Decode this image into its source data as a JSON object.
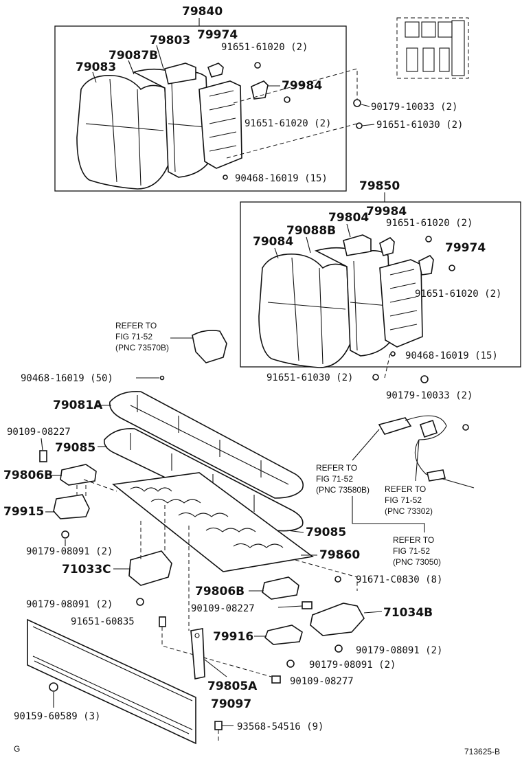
{
  "diagram_id": "713625-B",
  "corner_letter": "G",
  "upper_group": {
    "main": "79840",
    "parts": [
      "79803",
      "79974",
      "79087B",
      "79083",
      "79984"
    ],
    "fasteners": [
      "91651-61020 (2)",
      "91651-61020 (2)",
      "90179-10033 (2)",
      "91651-61030 (2)",
      "90468-16019 (15)"
    ]
  },
  "middle_group": {
    "main": "79850",
    "parts": [
      "79984",
      "79804",
      "79088B",
      "79084",
      "79974"
    ],
    "fasteners": [
      "91651-61020 (2)",
      "91651-61020 (2)",
      "90468-16019 (15)",
      "91651-61030 (2)",
      "90179-10033 (2)"
    ]
  },
  "refs": {
    "belt_left": [
      "REFER TO",
      "FIG 71-52",
      "(PNC 73570B)"
    ],
    "belt_right_a": [
      "REFER TO",
      "FIG 71-52",
      "(PNC 73580B)"
    ],
    "belt_right_b": [
      "REFER TO",
      "FIG 71-52",
      "(PNC 73302)"
    ],
    "belt_right_c": [
      "REFER TO",
      "FIG 71-52",
      "(PNC 73050)"
    ]
  },
  "lower_group": {
    "clip": "90468-16019 (50)",
    "seat_cushion": "79081A",
    "pad": "79085",
    "pad2": "79085",
    "frame": "79860",
    "bolt_left": "90109-08227",
    "hinge_left": "79806B",
    "plate_left": "79915",
    "nut_left": "90179-08091 (2)",
    "leg_left": "71033C",
    "nut_left2": "90179-08091 (2)",
    "screw_left": "91651-60835",
    "bolt_right_a": "91671-C0830 (8)",
    "hinge_right": "79806B",
    "bolt_right_b": "90109-08227",
    "leg_right": "71034B",
    "plate_right": "79916",
    "nut_right": "90179-08091 (2)",
    "nut_right2": "90179-08091 (2)",
    "support": "79805A",
    "bolt_bottom": "90109-08277",
    "panel": "79097",
    "screw_bottom": "90159-60589 (3)",
    "clip_bottom": "93568-54516 (9)"
  }
}
